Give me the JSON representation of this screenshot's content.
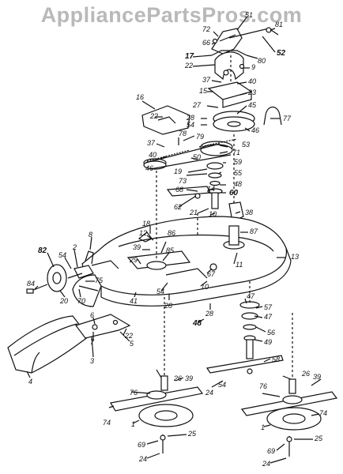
{
  "watermark": "AppliancePartsPros.com",
  "callouts": [
    {
      "id": "c72",
      "text": "72"
    },
    {
      "id": "c51",
      "text": "51"
    },
    {
      "id": "c81",
      "text": "81"
    },
    {
      "id": "c66",
      "text": "66"
    },
    {
      "id": "c17",
      "text": "17"
    },
    {
      "id": "c22a",
      "text": "22"
    },
    {
      "id": "c52",
      "text": "52"
    },
    {
      "id": "c9",
      "text": "9"
    },
    {
      "id": "c80",
      "text": "80"
    },
    {
      "id": "c37a",
      "text": "37"
    },
    {
      "id": "c40a",
      "text": "40"
    },
    {
      "id": "c15",
      "text": "15"
    },
    {
      "id": "c23",
      "text": "23"
    },
    {
      "id": "c16",
      "text": "16"
    },
    {
      "id": "c27",
      "text": "27"
    },
    {
      "id": "c45",
      "text": "45"
    },
    {
      "id": "c22b",
      "text": "22"
    },
    {
      "id": "c28a",
      "text": "28"
    },
    {
      "id": "c54a",
      "text": "54"
    },
    {
      "id": "c77",
      "text": "77"
    },
    {
      "id": "c46a",
      "text": "46"
    },
    {
      "id": "c37b",
      "text": "37"
    },
    {
      "id": "c79",
      "text": "79"
    },
    {
      "id": "c53",
      "text": "53"
    },
    {
      "id": "c71",
      "text": "71"
    },
    {
      "id": "c40b",
      "text": "40"
    },
    {
      "id": "c78",
      "text": "78"
    },
    {
      "id": "c50",
      "text": "50"
    },
    {
      "id": "c59",
      "text": "59"
    },
    {
      "id": "c46b",
      "text": "46"
    },
    {
      "id": "c19",
      "text": "19"
    },
    {
      "id": "c55",
      "text": "55"
    },
    {
      "id": "c73",
      "text": "73"
    },
    {
      "id": "c48a",
      "text": "48"
    },
    {
      "id": "c68",
      "text": "68"
    },
    {
      "id": "c14",
      "text": "14"
    },
    {
      "id": "c60",
      "text": "60"
    },
    {
      "id": "c62",
      "text": "62"
    },
    {
      "id": "c21",
      "text": "21"
    },
    {
      "id": "c10a",
      "text": "10"
    },
    {
      "id": "c38",
      "text": "38"
    },
    {
      "id": "c18",
      "text": "18"
    },
    {
      "id": "c87",
      "text": "87"
    },
    {
      "id": "c12",
      "text": "12"
    },
    {
      "id": "c86",
      "text": "86"
    },
    {
      "id": "c8",
      "text": "8"
    },
    {
      "id": "c39a",
      "text": "39"
    },
    {
      "id": "c13",
      "text": "13"
    },
    {
      "id": "c82",
      "text": "82"
    },
    {
      "id": "c54b",
      "text": "54"
    },
    {
      "id": "c2",
      "text": "2"
    },
    {
      "id": "c29",
      "text": "29"
    },
    {
      "id": "c85",
      "text": "85"
    },
    {
      "id": "c11",
      "text": "11"
    },
    {
      "id": "c67",
      "text": "67"
    },
    {
      "id": "c10b",
      "text": "10"
    },
    {
      "id": "c84",
      "text": "84"
    },
    {
      "id": "c75",
      "text": "75"
    },
    {
      "id": "c20",
      "text": "20"
    },
    {
      "id": "c70",
      "text": "70"
    },
    {
      "id": "c54c",
      "text": "54"
    },
    {
      "id": "c47a",
      "text": "47"
    },
    {
      "id": "c57",
      "text": "57"
    },
    {
      "id": "c41",
      "text": "41"
    },
    {
      "id": "c28b",
      "text": "28"
    },
    {
      "id": "c47b",
      "text": "47"
    },
    {
      "id": "c6",
      "text": "6"
    },
    {
      "id": "c22c",
      "text": "22"
    },
    {
      "id": "c28c",
      "text": "28"
    },
    {
      "id": "c56",
      "text": "56"
    },
    {
      "id": "c48b",
      "text": "48"
    },
    {
      "id": "c49",
      "text": "49"
    },
    {
      "id": "c5",
      "text": "5"
    },
    {
      "id": "c7",
      "text": "7"
    },
    {
      "id": "c3",
      "text": "3"
    },
    {
      "id": "c58",
      "text": "58"
    },
    {
      "id": "c4",
      "text": "4"
    },
    {
      "id": "c26a",
      "text": "26"
    },
    {
      "id": "c39b",
      "text": "39"
    },
    {
      "id": "c26b",
      "text": "26"
    },
    {
      "id": "c39c",
      "text": "39"
    },
    {
      "id": "c76a",
      "text": "76"
    },
    {
      "id": "c24a",
      "text": "24"
    },
    {
      "id": "c54d",
      "text": "54"
    },
    {
      "id": "c76b",
      "text": "76"
    },
    {
      "id": "c74a",
      "text": "74"
    },
    {
      "id": "c74b",
      "text": "74"
    },
    {
      "id": "c1a",
      "text": "1"
    },
    {
      "id": "c1b",
      "text": "1"
    },
    {
      "id": "c69a",
      "text": "69"
    },
    {
      "id": "c25a",
      "text": "25"
    },
    {
      "id": "c69b",
      "text": "69"
    },
    {
      "id": "c25b",
      "text": "25"
    },
    {
      "id": "c24b",
      "text": "24"
    },
    {
      "id": "c24c",
      "text": "24"
    }
  ]
}
